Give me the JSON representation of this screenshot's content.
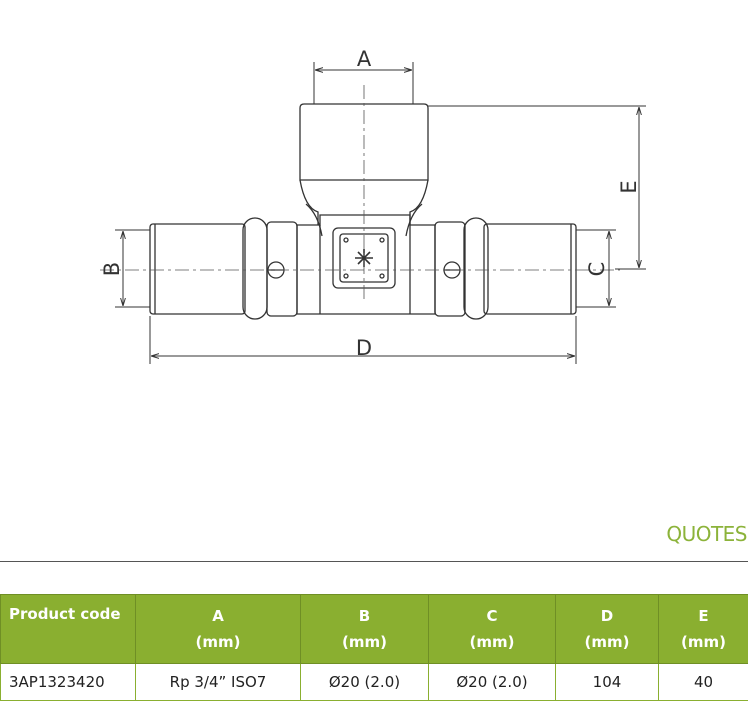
{
  "drawing": {
    "dimension_labels": {
      "a": "A",
      "b": "B",
      "c": "C",
      "d": "D",
      "e": "E"
    }
  },
  "section_title": "QUOTES",
  "table": {
    "headers": [
      {
        "name": "Product code",
        "unit": ""
      },
      {
        "name": "A",
        "unit": "(mm)"
      },
      {
        "name": "B",
        "unit": "(mm)"
      },
      {
        "name": "C",
        "unit": "(mm)"
      },
      {
        "name": "D",
        "unit": "(mm)"
      },
      {
        "name": "E",
        "unit": "(mm)"
      }
    ],
    "rows": [
      [
        "3AP1323420",
        "Rp 3/4” ISO7",
        "Ø20 (2.0)",
        "Ø20 (2.0)",
        "104",
        "40"
      ]
    ]
  }
}
